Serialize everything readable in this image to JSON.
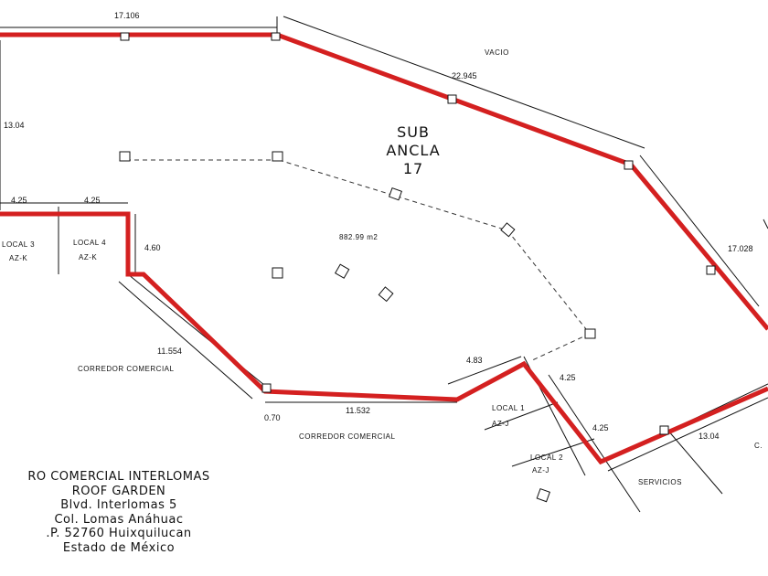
{
  "plan": {
    "unit_title_line1": "SUB",
    "unit_title_line2": "ANCLA",
    "unit_title_line3": "17",
    "area": "882.99 m2",
    "outline_color": "#d42020",
    "labels": {
      "vacio": "VACIO",
      "local3": "LOCAL 3",
      "local3_code": "AZ-K",
      "local4": "LOCAL 4",
      "local4_code": "AZ-K",
      "local1": "LOCAL 1",
      "local1_code": "AZ-J",
      "local2": "LOCAL 2",
      "local2_code": "AZ-J",
      "corredor1": "CORREDOR COMERCIAL",
      "corredor2": "CORREDOR COMERCIAL",
      "servicios": "SERVICIOS",
      "edge_c": "C."
    },
    "dimensions": {
      "top": "17.106",
      "diag_top": "22.945",
      "left": "13.04",
      "left_bottom_a": "4.25",
      "left_bottom_b": "4.25",
      "step": "4.60",
      "right_diag": "17.028",
      "corridor_diag": "11.554",
      "small": "0.70",
      "bottom": "11.532",
      "notch_top": "4.83",
      "notch_side_a": "4.25",
      "notch_side_b": "4.25",
      "bottom_right": "13.04"
    }
  },
  "address": {
    "line1": "RO COMERCIAL INTERLOMAS",
    "line2": "ROOF GARDEN",
    "line3": "Blvd. Interlomas 5",
    "line4": "Col. Lomas Anáhuac",
    "line5": ".P. 52760 Huixquilucan",
    "line6": "Estado de México"
  }
}
